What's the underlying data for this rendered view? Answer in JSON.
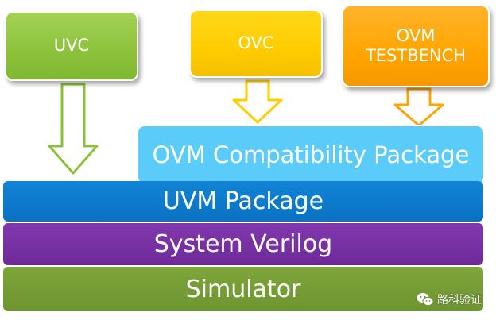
{
  "top_boxes": {
    "uvc": "UVC",
    "ovc": "OVC",
    "ovm_testbench_line1": "OVM",
    "ovm_testbench_line2": "TESTBENCH"
  },
  "compat_package": "OVM Compatibility Package",
  "layers": {
    "uvm_package": "UVM Package",
    "system_verilog": "System Verilog",
    "simulator": "Simulator"
  },
  "watermark": "路科验证",
  "icons": {
    "arrows": "down-arrow-icon",
    "watermark": "wechat-icon"
  },
  "colors": {
    "uvc": "#8cc23a",
    "ovc": "#ffcc00",
    "ovm_testbench": "#ffa500",
    "compat": "#5bccfa",
    "uvm": "#0a72c2",
    "system_verilog": "#6e2b98",
    "simulator": "#6d9430"
  }
}
